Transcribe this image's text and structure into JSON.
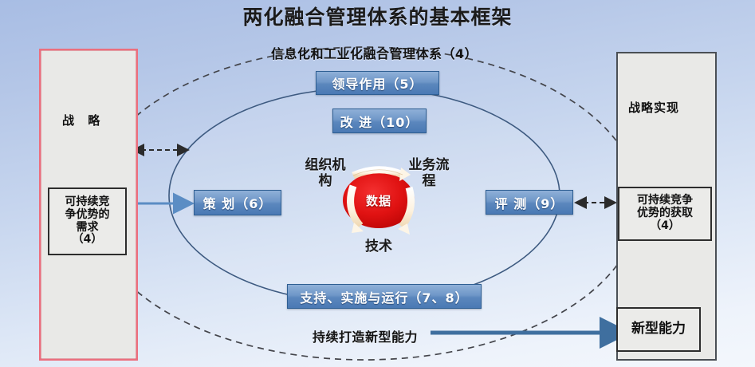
{
  "title": "两化融合管理体系的基本框架",
  "colors": {
    "accent_blue": "#4a79b4",
    "core_red": "#d81010",
    "left_panel_border": "#ec6f7e",
    "right_panel_border": "#4a4f55",
    "arrow_blue": "#5b8dc4",
    "ellipse_outline": "#3d5a80",
    "background_top": "#a8bde4",
    "background_bottom": "#f3f7fc"
  },
  "left_panel": {
    "heading": "战 略",
    "box_need": "可持续竞\n争优势的\n需求\n（4）"
  },
  "right_panel": {
    "heading": "战略实现",
    "box_gain": "可持续竞争\n优势的获取\n（4）",
    "box_capability": "新型能力"
  },
  "outer_label": "信息化和工业化融合管理体系（4）",
  "bottom_label": "持续打造新型能力",
  "process_boxes": [
    {
      "id": "leadership",
      "label": "领导作用（5）"
    },
    {
      "id": "improve",
      "label": "改 进（10）"
    },
    {
      "id": "plan",
      "label": "策 划（6）"
    },
    {
      "id": "measure",
      "label": "评 测（9）"
    },
    {
      "id": "support",
      "label": "支持、实施与运行（7、8）"
    }
  ],
  "core": {
    "center": "数据",
    "organization": "组织机\n构",
    "process": "业务流\n程",
    "technology": "技术"
  }
}
